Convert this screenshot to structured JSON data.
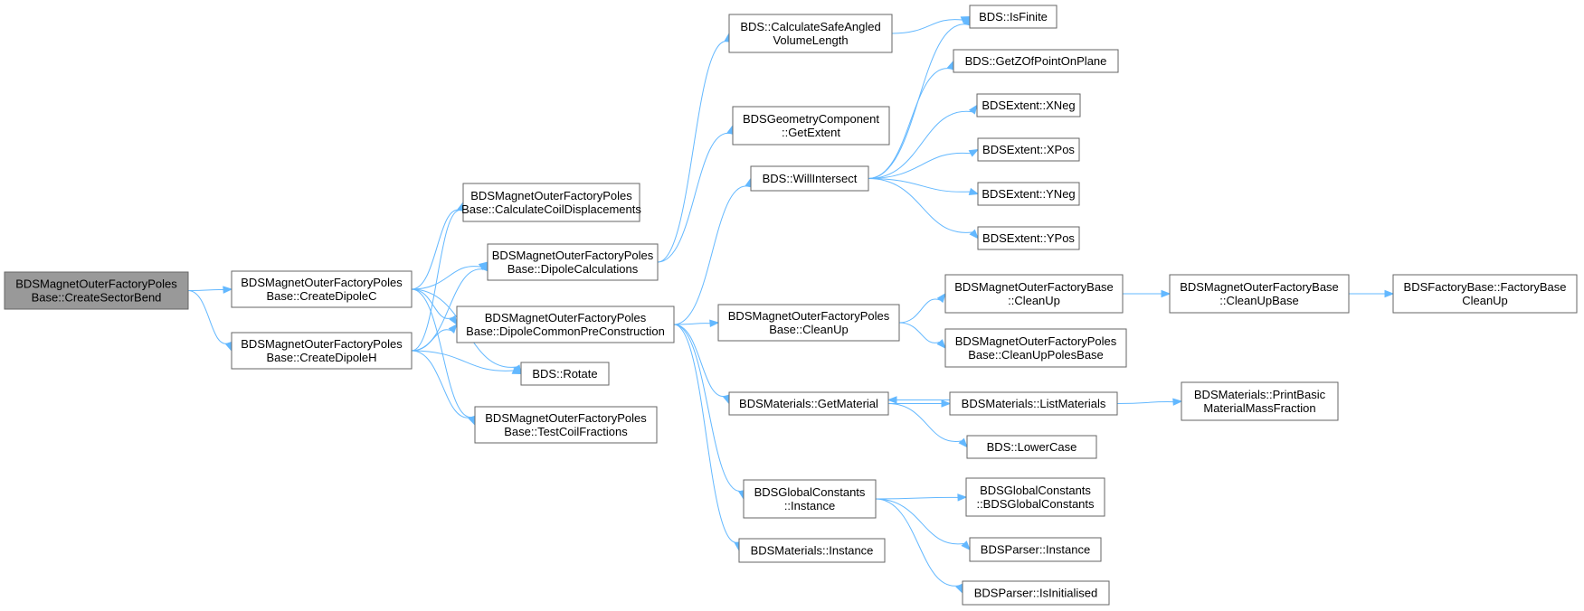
{
  "graph": {
    "colors": {
      "edge": "#63b8ff",
      "root_fill": "#999999",
      "node_fill": "#ffffff",
      "node_border": "#666666"
    },
    "nodes": [
      {
        "id": "root",
        "lines": [
          "BDSMagnetOuterFactoryPoles",
          "Base::CreateSectorBend"
        ],
        "root": true
      },
      {
        "id": "dipc",
        "lines": [
          "BDSMagnetOuterFactoryPoles",
          "Base::CreateDipoleC"
        ]
      },
      {
        "id": "diph",
        "lines": [
          "BDSMagnetOuterFactoryPoles",
          "Base::CreateDipoleH"
        ]
      },
      {
        "id": "ccd",
        "lines": [
          "BDSMagnetOuterFactoryPoles",
          "Base::CalculateCoilDisplacements"
        ]
      },
      {
        "id": "dcalc",
        "lines": [
          "BDSMagnetOuterFactoryPoles",
          "Base::DipoleCalculations"
        ]
      },
      {
        "id": "dcpc",
        "lines": [
          "BDSMagnetOuterFactoryPoles",
          "Base::DipoleCommonPreConstruction"
        ]
      },
      {
        "id": "rot",
        "lines": [
          "BDS::Rotate"
        ]
      },
      {
        "id": "tcf",
        "lines": [
          "BDSMagnetOuterFactoryPoles",
          "Base::TestCoilFractions"
        ]
      },
      {
        "id": "csavl",
        "lines": [
          "BDS::CalculateSafeAngled",
          "VolumeLength"
        ]
      },
      {
        "id": "gext",
        "lines": [
          "BDSGeometryComponent",
          "::GetExtent"
        ]
      },
      {
        "id": "willi",
        "lines": [
          "BDS::WillIntersect"
        ]
      },
      {
        "id": "cleanup",
        "lines": [
          "BDSMagnetOuterFactoryPoles",
          "Base::CleanUp"
        ]
      },
      {
        "id": "getmat",
        "lines": [
          "BDSMaterials::GetMaterial"
        ]
      },
      {
        "id": "gcinst",
        "lines": [
          "BDSGlobalConstants",
          "::Instance"
        ]
      },
      {
        "id": "matinst",
        "lines": [
          "BDSMaterials::Instance"
        ]
      },
      {
        "id": "isfin",
        "lines": [
          "BDS::IsFinite"
        ]
      },
      {
        "id": "getz",
        "lines": [
          "BDS::GetZOfPointOnPlane"
        ]
      },
      {
        "id": "xneg",
        "lines": [
          "BDSExtent::XNeg"
        ]
      },
      {
        "id": "xpos",
        "lines": [
          "BDSExtent::XPos"
        ]
      },
      {
        "id": "yneg",
        "lines": [
          "BDSExtent::YNeg"
        ]
      },
      {
        "id": "ypos",
        "lines": [
          "BDSExtent::YPos"
        ]
      },
      {
        "id": "fbclean",
        "lines": [
          "BDSMagnetOuterFactoryBase",
          "::CleanUp"
        ]
      },
      {
        "id": "cleanpb",
        "lines": [
          "BDSMagnetOuterFactoryPoles",
          "Base::CleanUpPolesBase"
        ]
      },
      {
        "id": "listmat",
        "lines": [
          "BDSMaterials::ListMaterials"
        ]
      },
      {
        "id": "lower",
        "lines": [
          "BDS::LowerCase"
        ]
      },
      {
        "id": "gcctor",
        "lines": [
          "BDSGlobalConstants",
          "::BDSGlobalConstants"
        ]
      },
      {
        "id": "parinst",
        "lines": [
          "BDSParser::Instance"
        ]
      },
      {
        "id": "parisinit",
        "lines": [
          "BDSParser::IsInitialised"
        ]
      },
      {
        "id": "fbcleanbase",
        "lines": [
          "BDSMagnetOuterFactoryBase",
          "::CleanUpBase"
        ]
      },
      {
        "id": "printmat",
        "lines": [
          "BDSMaterials::PrintBasic",
          "MaterialMassFraction"
        ]
      },
      {
        "id": "factclean",
        "lines": [
          "BDSFactoryBase::FactoryBase",
          "CleanUp"
        ]
      }
    ],
    "edges": [
      [
        "root",
        "dipc"
      ],
      [
        "root",
        "diph"
      ],
      [
        "dipc",
        "ccd"
      ],
      [
        "dipc",
        "dcalc"
      ],
      [
        "dipc",
        "dcpc"
      ],
      [
        "dipc",
        "rot"
      ],
      [
        "dipc",
        "tcf"
      ],
      [
        "diph",
        "ccd"
      ],
      [
        "diph",
        "dcalc"
      ],
      [
        "diph",
        "dcpc"
      ],
      [
        "diph",
        "rot"
      ],
      [
        "diph",
        "tcf"
      ],
      [
        "dcalc",
        "csavl"
      ],
      [
        "dcalc",
        "gext"
      ],
      [
        "dcpc",
        "willi"
      ],
      [
        "dcpc",
        "cleanup"
      ],
      [
        "dcpc",
        "getmat"
      ],
      [
        "dcpc",
        "gcinst"
      ],
      [
        "dcpc",
        "matinst"
      ],
      [
        "csavl",
        "isfin"
      ],
      [
        "willi",
        "isfin"
      ],
      [
        "willi",
        "getz"
      ],
      [
        "willi",
        "xneg"
      ],
      [
        "willi",
        "xpos"
      ],
      [
        "willi",
        "yneg"
      ],
      [
        "willi",
        "ypos"
      ],
      [
        "cleanup",
        "fbclean"
      ],
      [
        "cleanup",
        "cleanpb"
      ],
      [
        "fbclean",
        "fbcleanbase"
      ],
      [
        "fbcleanbase",
        "factclean"
      ],
      [
        "getmat",
        "listmat"
      ],
      [
        "getmat",
        "lower"
      ],
      [
        "listmat",
        "getmat"
      ],
      [
        "listmat",
        "printmat"
      ],
      [
        "gcinst",
        "gcctor"
      ],
      [
        "gcinst",
        "parinst"
      ],
      [
        "gcinst",
        "parisinit"
      ]
    ]
  }
}
